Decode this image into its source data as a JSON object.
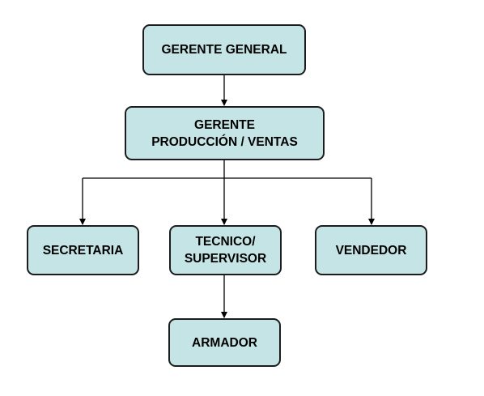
{
  "diagram": {
    "nodes": [
      {
        "id": "gerente-general",
        "label": "GERENTE GENERAL"
      },
      {
        "id": "gerente-produccion",
        "label": "GERENTE\nPRODUCCIÓN / VENTAS"
      },
      {
        "id": "secretaria",
        "label": "SECRETARIA"
      },
      {
        "id": "tecnico",
        "label": "TECNICO/\nSUPERVISOR"
      },
      {
        "id": "vendedor",
        "label": "VENDEDOR"
      },
      {
        "id": "armador",
        "label": "ARMADOR"
      }
    ],
    "edges": [
      {
        "from": "gerente-general",
        "to": "gerente-produccion"
      },
      {
        "from": "gerente-produccion",
        "to": "secretaria"
      },
      {
        "from": "gerente-produccion",
        "to": "tecnico"
      },
      {
        "from": "gerente-produccion",
        "to": "vendedor"
      },
      {
        "from": "tecnico",
        "to": "armador"
      }
    ],
    "colors": {
      "node_fill": "#c5e4e6",
      "node_border": "#1c1c1c",
      "connector": "#000000"
    }
  }
}
